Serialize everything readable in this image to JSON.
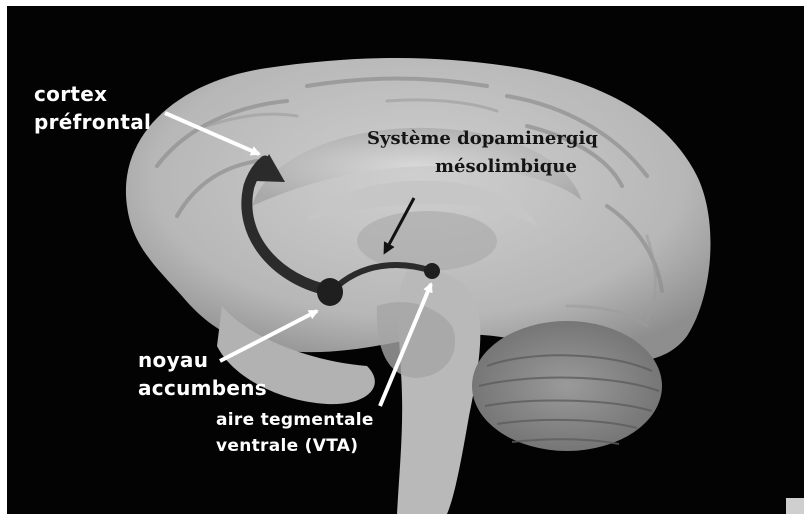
{
  "diagram": {
    "labels": {
      "cortex_line1": "cortex",
      "cortex_line2": "préfrontal",
      "system_line1": "Système dopaminergiq",
      "system_line2": "mésolimbique",
      "noyau_line1": "noyau",
      "noyau_line2": "accumbens",
      "vta_line1": "aire tegmentale",
      "vta_line2": "ventrale (VTA)"
    },
    "colors": {
      "background": "#030303",
      "brain": "#bdbdbd",
      "pathway": "#2b2b2b",
      "label_text": "#ffffff",
      "title_text": "#141414"
    }
  }
}
